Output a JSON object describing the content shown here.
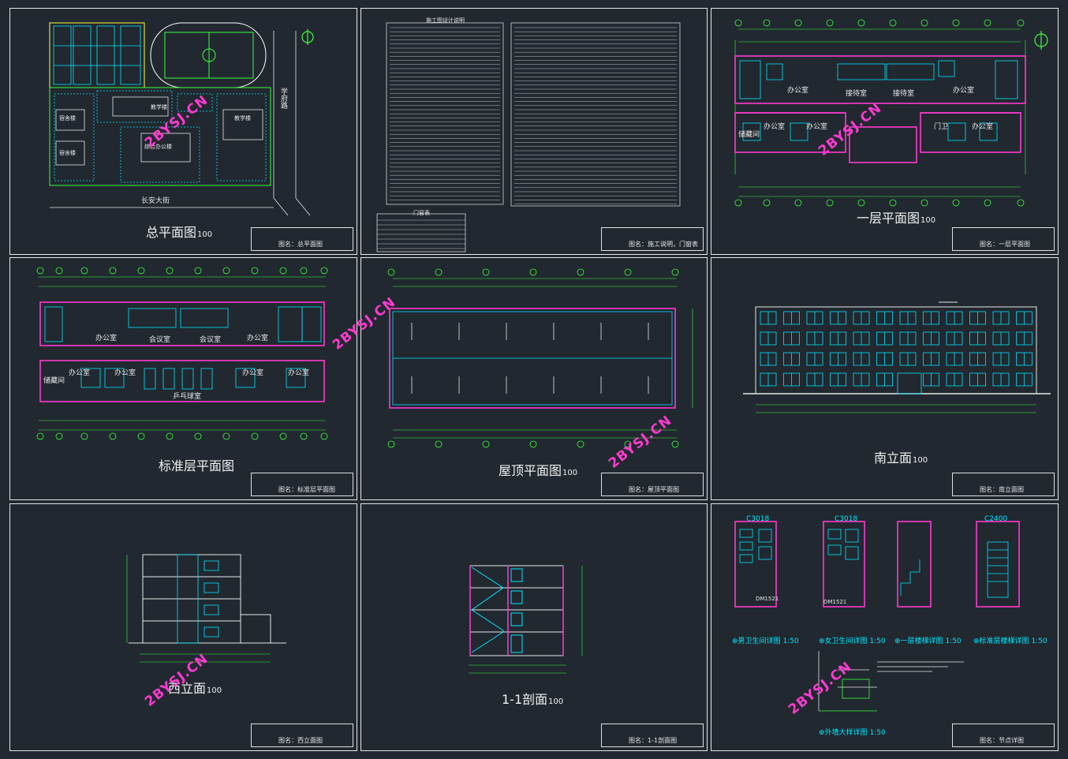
{
  "watermark": "2BYSJ.CN",
  "colors": {
    "background": "#212830",
    "frame": "#e8e8e8",
    "cyan": "#00e8ff",
    "magenta": "#ff3ad0",
    "green": "#3cff3c",
    "yellow": "#ffff3c"
  },
  "sheets": {
    "site": {
      "title": "总平面图",
      "scale": "100",
      "block_name": "图名：总平面图",
      "street": "长安大街",
      "road": "学府路",
      "buildings": {
        "teaching_a": "教学楼",
        "teaching_b": "教学楼",
        "dorm_a": "宿舍楼",
        "dorm_b": "宿舍楼",
        "office": "综合办公楼"
      }
    },
    "notes": {
      "heading": "施工图设计说明",
      "block_name": "图名：施工说明，门窗表",
      "table_heading": "门窗表"
    },
    "floor1": {
      "title": "一层平面图",
      "scale": "100",
      "block_name": "图名：一层平面图",
      "rooms": {
        "office": "办公室",
        "reception": "接待室",
        "storage": "储藏间",
        "guard": "门卫"
      }
    },
    "standard": {
      "title": "标准层平面图",
      "block_name": "图名：标准层平面图",
      "rooms": {
        "office": "办公室",
        "meeting": "会议室",
        "storage": "储藏间",
        "pingpong": "乒乓球室"
      }
    },
    "roof": {
      "title": "屋顶平面图",
      "scale": "100",
      "block_name": "图名：屋顶平面图"
    },
    "south": {
      "title": "南立面",
      "scale": "100",
      "block_name": "图名：南立面图"
    },
    "west": {
      "title": "西立面",
      "scale": "100",
      "block_name": "图名：西立面图"
    },
    "section": {
      "title": "1-1剖面",
      "scale": "100",
      "block_name": "图名：1-1剖面图"
    },
    "details": {
      "block_name": "图名：节点详图",
      "captions": {
        "male_wc": "男卫生间详图",
        "female_wc": "女卫生间详图",
        "stair1": "一层楼梯详图",
        "stair_std": "标准层楼梯详图",
        "wall": "外墙大样详图"
      },
      "scales": {
        "male_wc": "1:50",
        "female_wc": "1:50",
        "stair1": "1:50",
        "stair_std": "1:50",
        "wall": "1:50"
      },
      "codes": {
        "c1": "C3018",
        "c2": "C3018",
        "c3": "C2400",
        "m1": "DM1521",
        "m2": "DM1521"
      }
    }
  }
}
